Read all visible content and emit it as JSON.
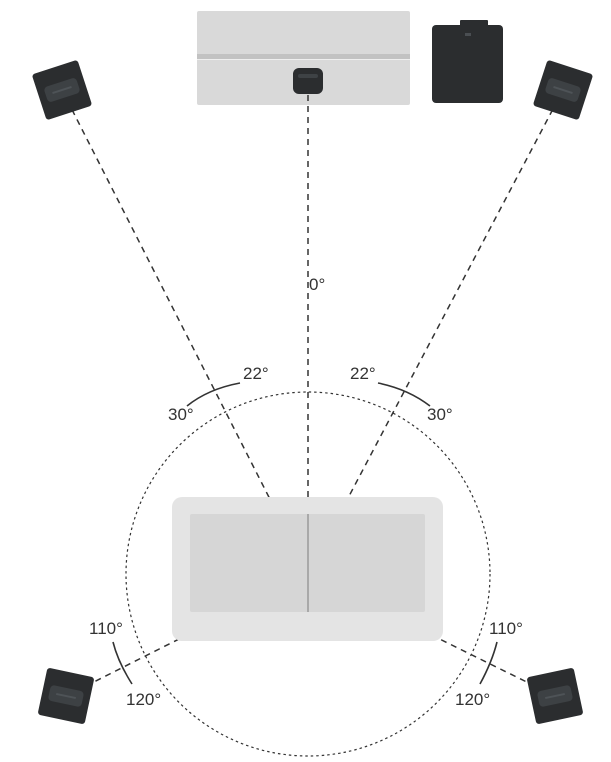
{
  "labels": {
    "center": "0°",
    "front_left_inner": "22°",
    "front_left_outer": "30°",
    "front_right_inner": "22°",
    "front_right_outer": "30°",
    "rear_left_inner": "110°",
    "rear_left_outer": "120°",
    "rear_right_inner": "110°",
    "rear_right_outer": "120°"
  },
  "icons": {
    "tv": "tv-icon",
    "soundbar": "soundbar-icon",
    "subwoofer": "subwoofer-icon",
    "speaker": "speaker-icon",
    "sofa": "sofa-icon"
  },
  "colors": {
    "tv_fill": "#d9d9d9",
    "tv_edge": "#c4c4c4",
    "speaker_fill": "#2b2d2f",
    "speaker_inner": "#3c3f42",
    "sofa_fill": "#e2e2e2",
    "sofa_seat": "#d4d4d4",
    "line": "#333333"
  }
}
